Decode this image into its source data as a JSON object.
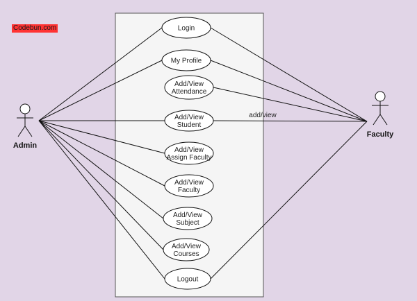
{
  "watermark": "Codebun.com",
  "actors": {
    "admin": "Admin",
    "faculty": "Faculty"
  },
  "use_cases": [
    {
      "id": "login",
      "lines": [
        "Login"
      ]
    },
    {
      "id": "my-profile",
      "lines": [
        "My Profile"
      ]
    },
    {
      "id": "attendance",
      "lines": [
        "Add/View",
        "Attendance"
      ]
    },
    {
      "id": "student",
      "lines": [
        "Add/View",
        "Student"
      ]
    },
    {
      "id": "assign-faculty",
      "lines": [
        "Add/View",
        "Assign Faculty"
      ]
    },
    {
      "id": "faculty",
      "lines": [
        "Add/View",
        "Faculty"
      ]
    },
    {
      "id": "subject",
      "lines": [
        "Add/View",
        "Subject"
      ]
    },
    {
      "id": "courses",
      "lines": [
        "Add/View",
        "Courses"
      ]
    },
    {
      "id": "logout",
      "lines": [
        "Logout"
      ]
    }
  ],
  "association_label": "add/view",
  "colors": {
    "background": "#e1d5e7",
    "system_box": "#f5f5f5",
    "watermark_bg": "#ff3333"
  }
}
